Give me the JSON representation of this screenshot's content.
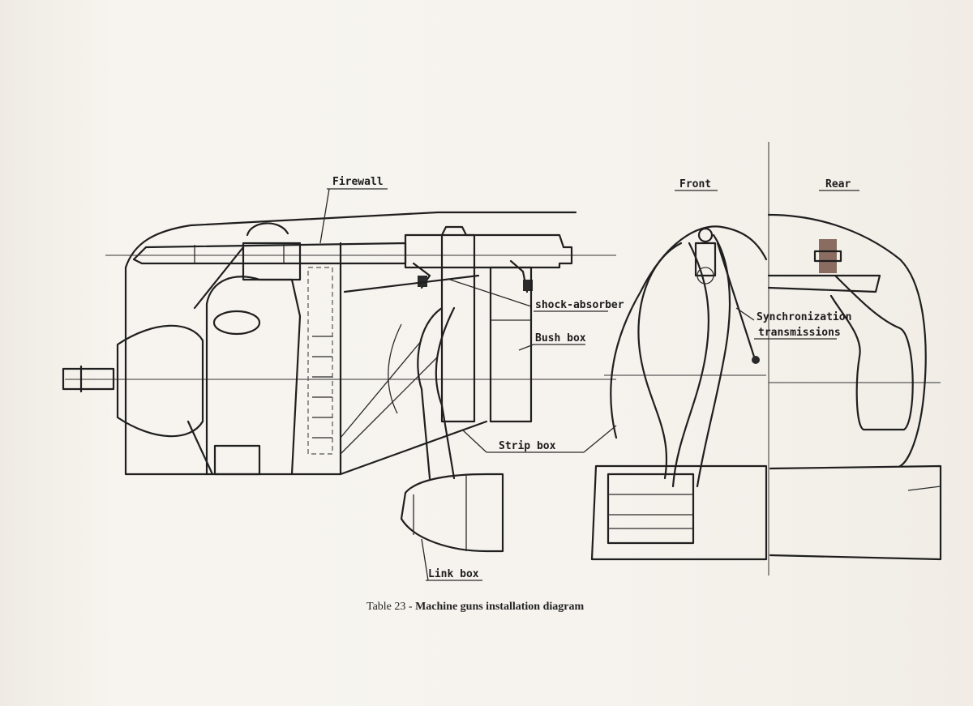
{
  "labels": {
    "firewall": "Firewall",
    "front": "Front",
    "rear": "Rear",
    "shock_absorber": "shock-absorber",
    "bush_box": "Bush box",
    "synchronization_line1": "Synchronization",
    "synchronization_line2": "transmissions",
    "strip_box": "Strip box",
    "link_box": "Link box"
  },
  "caption": {
    "prefix": "Table 23 - ",
    "title": "Machine guns installation diagram"
  }
}
